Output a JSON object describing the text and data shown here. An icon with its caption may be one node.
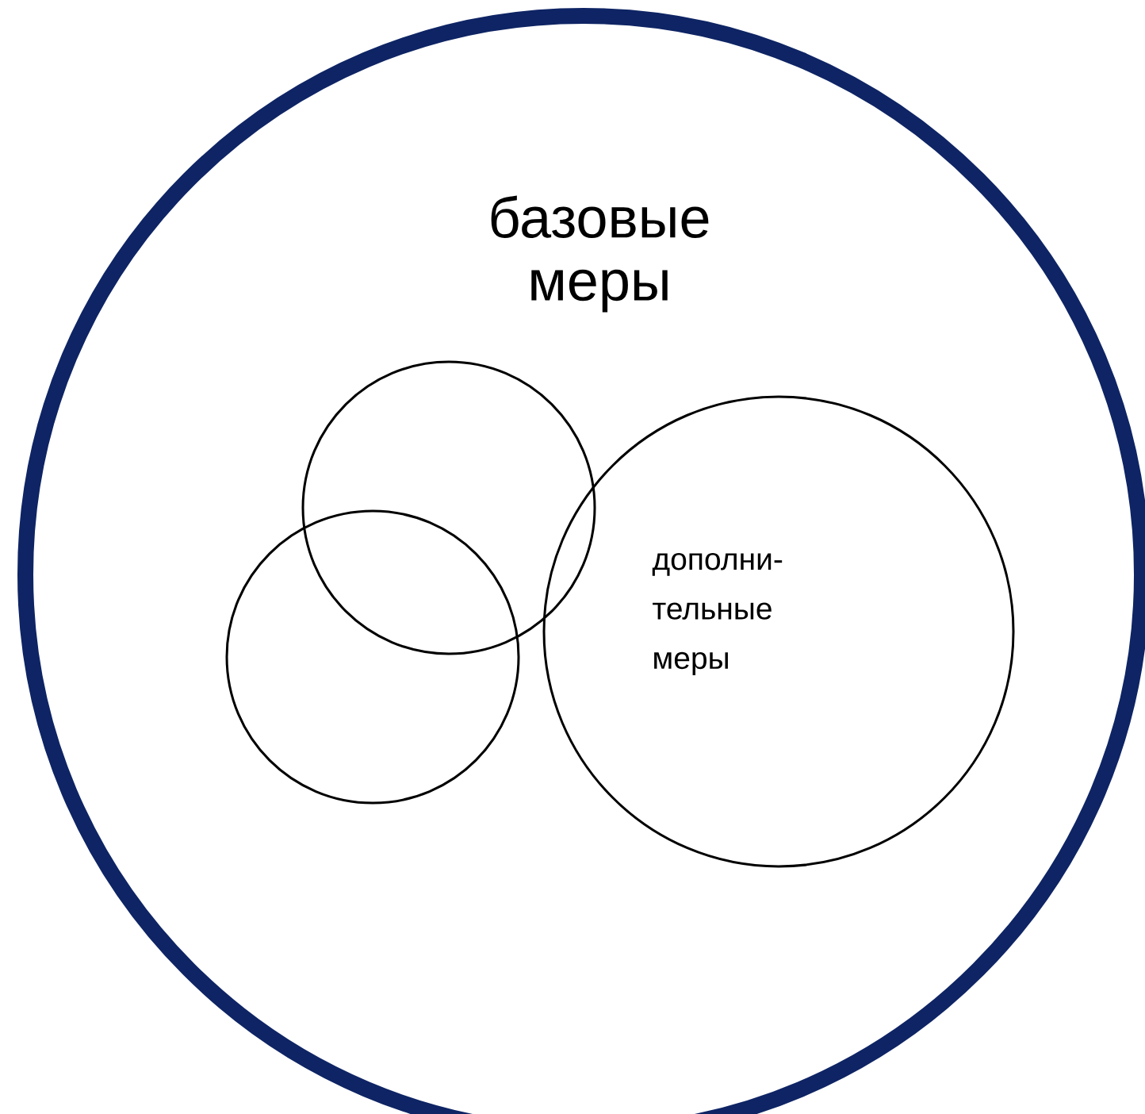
{
  "diagram": {
    "nodes": [
      {
        "text": [
          "базовые меры"
        ]
      },
      {
        "text": [],
        "shape": "circle",
        "in": 0
      },
      {
        "text": [],
        "shape": "circle",
        "in": 0
      },
      {
        "text": [
          "дополни-тельные меры"
        ],
        "in": 0
      }
    ]
  }
}
